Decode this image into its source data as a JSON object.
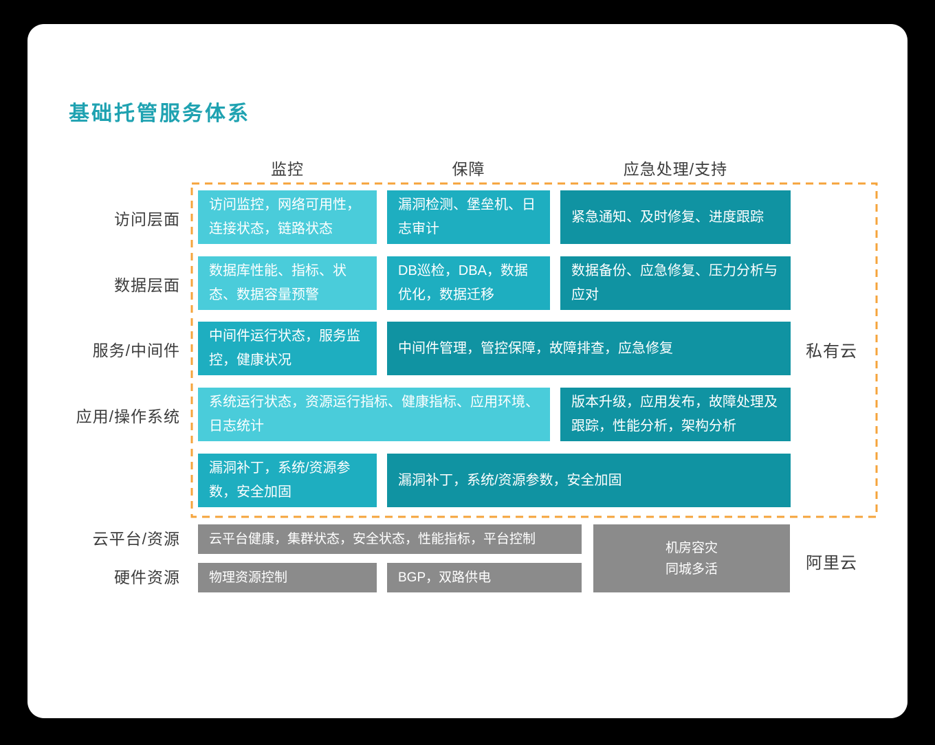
{
  "title": "基础托管服务体系",
  "columns": {
    "monitoring": "监控",
    "assurance": "保障",
    "emergency": "应急处理/支持"
  },
  "rows": {
    "access": "访问层面",
    "data": "数据层面",
    "service": "服务/中间件",
    "app": "应用/操作系统",
    "cloud_platform": "云平台/资源",
    "hardware": "硬件资源"
  },
  "cells": {
    "access_monitoring": "访问监控，网络可用性，连接状态，链路状态",
    "access_assurance": "漏洞检测、堡垒机、日志审计",
    "access_emergency": "紧急通知、及时修复、进度跟踪",
    "data_monitoring": "数据库性能、指标、状态、数据容量预警",
    "data_assurance": "DB巡检，DBA，数据优化，数据迁移",
    "data_emergency": "数据备份、应急修复、压力分析与应对",
    "service_monitoring": "中间件运行状态，服务监控，健康状况",
    "service_management": "中间件管理，管控保障，故障排查，应急修复",
    "os_monitoring": "系统运行状态，资源运行指标、健康指标、应用环境、日志统计",
    "os_emergency": "版本升级，应用发布，故障处理及跟踪，性能分析，架构分析",
    "patch_monitoring": "漏洞补丁，系统/资源参数，安全加固",
    "patch_management": "漏洞补丁，系统/资源参数，安全加固",
    "cloud_platform_health": "云平台健康，集群状态，安全状态，性能指标，平台控制",
    "physical_resource": "物理资源控制",
    "bgp_power": "BGP，双路供电",
    "datacenter_dr_line1": "机房容灾",
    "datacenter_dr_line2": "同城多活"
  },
  "side_labels": {
    "private_cloud": "私有云",
    "aliyun": "阿里云"
  },
  "colors": {
    "title_accent": "#1FA2B1",
    "cell_light": "#4ACCDA",
    "cell_medium": "#1EAEC0",
    "cell_dark": "#1093A2",
    "cell_gray": "#8B8B8B",
    "boundary_orange": "#F5A43C"
  }
}
